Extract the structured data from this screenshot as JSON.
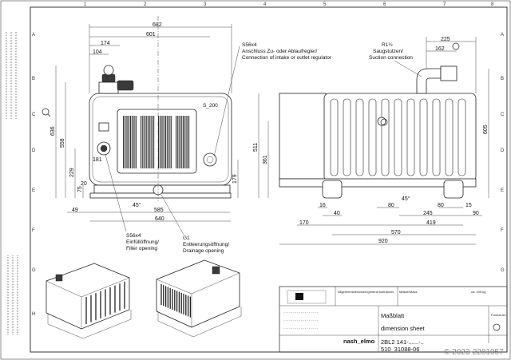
{
  "frame": {
    "col_numbers": [
      "1",
      "2",
      "3",
      "4",
      "5",
      "6",
      "7",
      "8"
    ],
    "row_letters": [
      "A",
      "B",
      "C",
      "D",
      "E",
      "F",
      "G",
      "H"
    ]
  },
  "front_view": {
    "dims": {
      "d682": "682",
      "d601": "601",
      "d174": "174",
      "d104": "104",
      "d636": "636",
      "d558": "558",
      "d181": "181",
      "d229": "229",
      "d75": "75",
      "d20": "20",
      "d179": "179",
      "d49": "49",
      "d585": "585",
      "d640": "640",
      "d45": "45°"
    },
    "mark_label": "S_200",
    "callout_top_code": "S56x4",
    "callout_top_de": "Anschluss Zu- oder Ablaufregler/",
    "callout_top_en": "Connection of intake or outlet regulator",
    "callout_bottom_left_code": "S56x4",
    "callout_bottom_left_de": "Einfüllöffnung/",
    "callout_bottom_left_en": "Filler opening",
    "callout_bottom_right_code": "G1",
    "callout_bottom_right_de": "Entleerungsöffnung/",
    "callout_bottom_right_en": "Drainage opening"
  },
  "side_view": {
    "dims": {
      "d225": "225",
      "d162": "162",
      "d511": "511",
      "d361": "361",
      "d605": "605",
      "d16": "16",
      "d40": "40",
      "d170": "170",
      "d80a": "80",
      "d80b": "80",
      "d245": "245",
      "d15": "15",
      "d90": "90",
      "d419": "419",
      "d570": "570",
      "d920": "920",
      "d45": "45°"
    },
    "callout_code": "R1½",
    "callout_de": "Saugstutzen/",
    "callout_en": "Suction connection"
  },
  "title_block": {
    "title_de": "Maßblatt",
    "title_en": "dimension sheet",
    "model": "2BL2 141-......-..",
    "drawing_no": "510_31088-06",
    "brand": "nash_elmo",
    "mass_label": "Masse/Mass",
    "mass_value": "ca. 105 kg",
    "tol_note": "Allgemeintoleranzen/general tolerances",
    "sheet_label": "Format A3",
    "watermark": "© 2023-2281057"
  }
}
